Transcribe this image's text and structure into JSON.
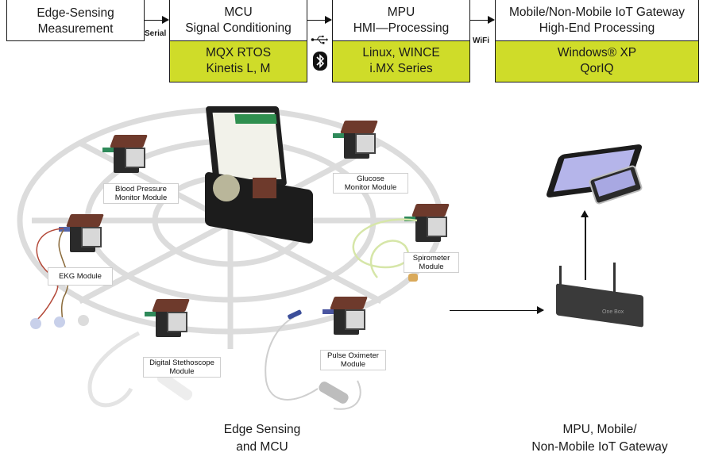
{
  "pipeline": {
    "stages": [
      {
        "title_line1": "Edge-Sensing",
        "title_line2": "Measurement"
      },
      {
        "title_line1": "MCU",
        "title_line2": "Signal Conditioning",
        "green_line1": "MQX RTOS",
        "green_line2": "Kinetis L, M"
      },
      {
        "title_line1": "MPU",
        "title_line2": "HMI—Processing",
        "green_line1": "Linux, WINCE",
        "green_line2": "i.MX Series"
      },
      {
        "title_line1": "Mobile/Non-Mobile IoT Gateway",
        "title_line2": "High-End Processing",
        "green_line1": "Windows® XP",
        "green_line2": "QorIQ"
      }
    ],
    "links": [
      {
        "label": "Serial"
      },
      {
        "label": "",
        "icons": [
          "usb-icon",
          "bluetooth-icon"
        ]
      },
      {
        "label": "WiFi"
      }
    ],
    "accent_color": "#cfdc29"
  },
  "modules": [
    {
      "line1": "Blood Pressure",
      "line2": "Monitor Module"
    },
    {
      "line1": "Glucose",
      "line2": "Monitor Module"
    },
    {
      "line1": "EKG Module",
      "line2": ""
    },
    {
      "line1": "Spirometer",
      "line2": "Module"
    },
    {
      "line1": "Digital Stethoscope",
      "line2": "Module"
    },
    {
      "line1": "Pulse Oximeter",
      "line2": "Module"
    }
  ],
  "gateway_device_label": "One Box",
  "captions": {
    "left_line1": "Edge Sensing",
    "left_line2": "and MCU",
    "right_line1": "MPU, Mobile/",
    "right_line2": "Non-Mobile IoT Gateway"
  }
}
